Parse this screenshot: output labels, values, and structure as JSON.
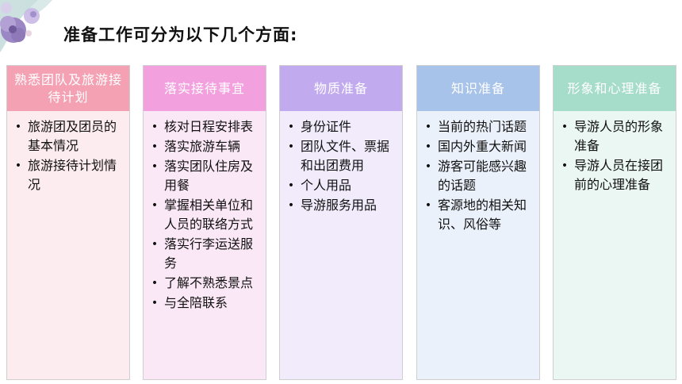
{
  "title": "准备工作可分为以下几个方面:",
  "columns": [
    {
      "header": "熟悉团队及旅游接待计划",
      "colors": {
        "header": "#f4a2b3",
        "body": "#fcecf0"
      },
      "items": [
        "旅游团及团员的基本情况",
        "旅游接待计划情况"
      ]
    },
    {
      "header": "落实接待事宜",
      "colors": {
        "header": "#f3a0df",
        "body": "#fbe8f6"
      },
      "items": [
        "核对日程安排表",
        "落实旅游车辆",
        "落实团队住房及用餐",
        "掌握相关单位和人员的联络方式",
        " 落实行李运送服务",
        "了解不熟悉景点",
        "与全陪联系"
      ]
    },
    {
      "header": "物质准备",
      "colors": {
        "header": "#c2aaef",
        "body": "#f1ebfb"
      },
      "items": [
        " 身份证件",
        "团队文件、票据和出团费用",
        "个人用品",
        "导游服务用品"
      ]
    },
    {
      "header": "知识准备",
      "colors": {
        "header": "#a8c3ea",
        "body": "#ebf1fa"
      },
      "items": [
        "当前的热门话题",
        "国内外重大新闻",
        "游客可能感兴趣的话题",
        "客源地的相关知识、风俗等"
      ]
    },
    {
      "header": "形象和心理准备",
      "colors": {
        "header": "#a6dcca",
        "body": "#ebf7f3"
      },
      "items": [
        " 导游人员的形象准备",
        "导游人员在接团前的心理准备"
      ]
    }
  ],
  "decoration": {
    "icon": "flower-icon"
  }
}
